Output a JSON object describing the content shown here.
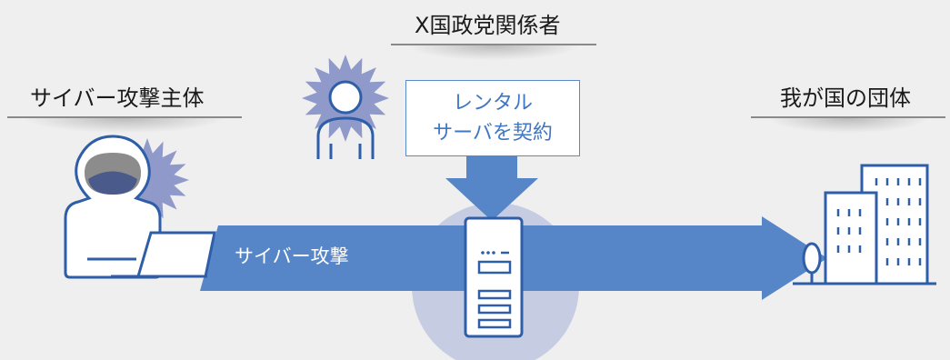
{
  "labels": {
    "attacker": "サイバー攻撃主体",
    "party_official": "X国政党関係者",
    "target": "我が国の団体",
    "attack": "サイバー攻撃"
  },
  "rental_box": {
    "line1": "レンタル",
    "line2": "サーバを契約"
  },
  "colors": {
    "background": "#efefef",
    "arrow_blue": "#5686c8",
    "icon_blue": "#4a6fb0",
    "starburst": "#8f9acb",
    "server_circle": "#c6cde3",
    "hood_gray": "#8c8c8c",
    "building_stroke": "#2f5ea8"
  }
}
